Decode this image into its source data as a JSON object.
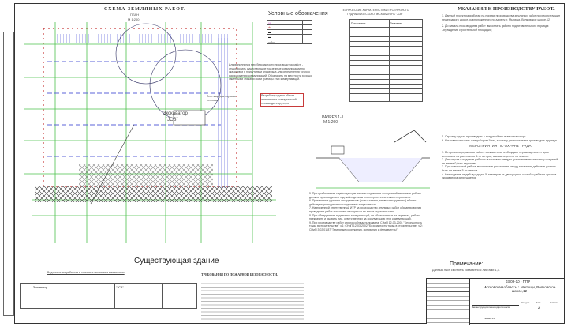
{
  "plan": {
    "title": "СХЕМА ЗЕМЛЯНЫХ РАБОТ.",
    "subtitle": "ПЛАН",
    "scale": "М 1:200",
    "existing_building": "Существующая здание",
    "excavator_label": "Экскаватор",
    "excavator_model": "\"JCB\"",
    "callout_manual": "Разработку грунта вблизи инженерных коммуникаций производить вручную",
    "callout_ladder": "Лестница для спуска в котлован"
  },
  "legend": {
    "title": "Условные обозначения",
    "note": "Для выполнения мер безопасности производства работ: - отшурфовать существующие подземные коммуникации по указанию и в присутствии владельца для определения точного расположения коммуникаций. Обозначить на местности хорошо заметными знаками оси и границы этих коммуникаций."
  },
  "tech_table": {
    "title": "ТЕХНИЧЕСКИЕ ХАРАКТЕРИСТИКИ ГУСЕНИЧНОГО ГИДРАВЛИЧЕСКОГО ЭКСКАВАТОРА \"JCB\"",
    "col1": "Показатель",
    "col2": "Значение"
  },
  "section": {
    "title": "РАЗРЕЗ 1-1",
    "scale": "М 1:200"
  },
  "instructions": {
    "title": "УКАЗАНИЯ К ПРОИЗВОДСТВУ РАБОТ.",
    "item1": "1. Данный проект разработан на нормах производства земляных работ по реконструкции пешеходного шоссе, расположенного по адресу: г. Мытищи, Волковское шоссе,12",
    "item2": "2. До начала производства работ выполнить работы подготовительного периода: -ограждение строительной площадки;",
    "item5": "5. Отрывку грунта производить с погрузкой его в автотранспорт.",
    "item6": "6. Котлован отрывать с недобором 10см, зачистку дна котлована производить вручную.",
    "safety_title": "МЕРОПРИЯТИЯ ПО ОХРАНЕ ТРУДА.",
    "s1": "1. Во время перерывов в работе экскаватора необходимо перемещаться от края котлована на расстоянии 5-ти метров, а ковш опустить на землю.",
    "s2": "2. Для спуска и подъема рабочих в котлован следует устанавливать лестницы шириной не менее 0,6м с перилами.",
    "s3": "3. При совместной работе механизмов расстояние между зонами их действия должно быть не менее 5-ти метров.",
    "s4": "4. Нахождение людей в радиусе 5-ти метров от движущихся частей и рабочих органов экскаватора запрещается."
  },
  "notes": {
    "n5": "5. При приближении к действующим линиям подземных сооружений земляные работы должны производиться под наблюдением инженерно-технического персонала.",
    "n6": "6. Применение ударных инструментов (ломы, клинья, пневмоинструменты) вблизи действующих подземных сооружений запрещается.",
    "n7": "7. Назначенный ответственный ИТР за производство земляных работ обязан во время проведения работ постоянно находиться на месте строительства.",
    "n8": "8. При обнаружении подземных коммуникаций, не обозначенных на чертежах, работы прекратить и вызвать лиц, ответственных за эксплуатацию этих коммуникаций.",
    "n9": "9. При производстве работ строго соблюдать правила: СНиП 12-03-2001 \"Безопасность труда в строительстве\" ч.1; СНиП 12-03-2002 \"Безопасность труда в строительстве\" ч.2; СНиП 3.02.01-87 \"Земляные сооружения, основания и фундаменты\"."
  },
  "fire": {
    "title": "ТРЕБОВАНИЯ ПО ПОЖАРНОЙ БЕЗОПАСНОСТИ."
  },
  "materials": {
    "title": "Ведомость потребности в основных машинах и механизмах",
    "row1": "Экскаватор",
    "row1b": "\"JCB\""
  },
  "note": {
    "title": "Примечание:",
    "text": "Данный лист смотреть совместно с листами 1,3."
  },
  "stamp": {
    "code": "03/08-10 - ППР",
    "address": "Московская область г. Мытищи, Волковское шоссе,12",
    "work": "Реконструкция пешеходного шоссе",
    "sheet_title": "Разрез 1-1",
    "stage_h": "Стадия",
    "sheet_h": "Лист",
    "sheets_h": "Листов",
    "sheet": "2"
  },
  "colors": {
    "green": "#4ec24e",
    "blue": "#5b63d9",
    "red": "#c83a3a"
  }
}
